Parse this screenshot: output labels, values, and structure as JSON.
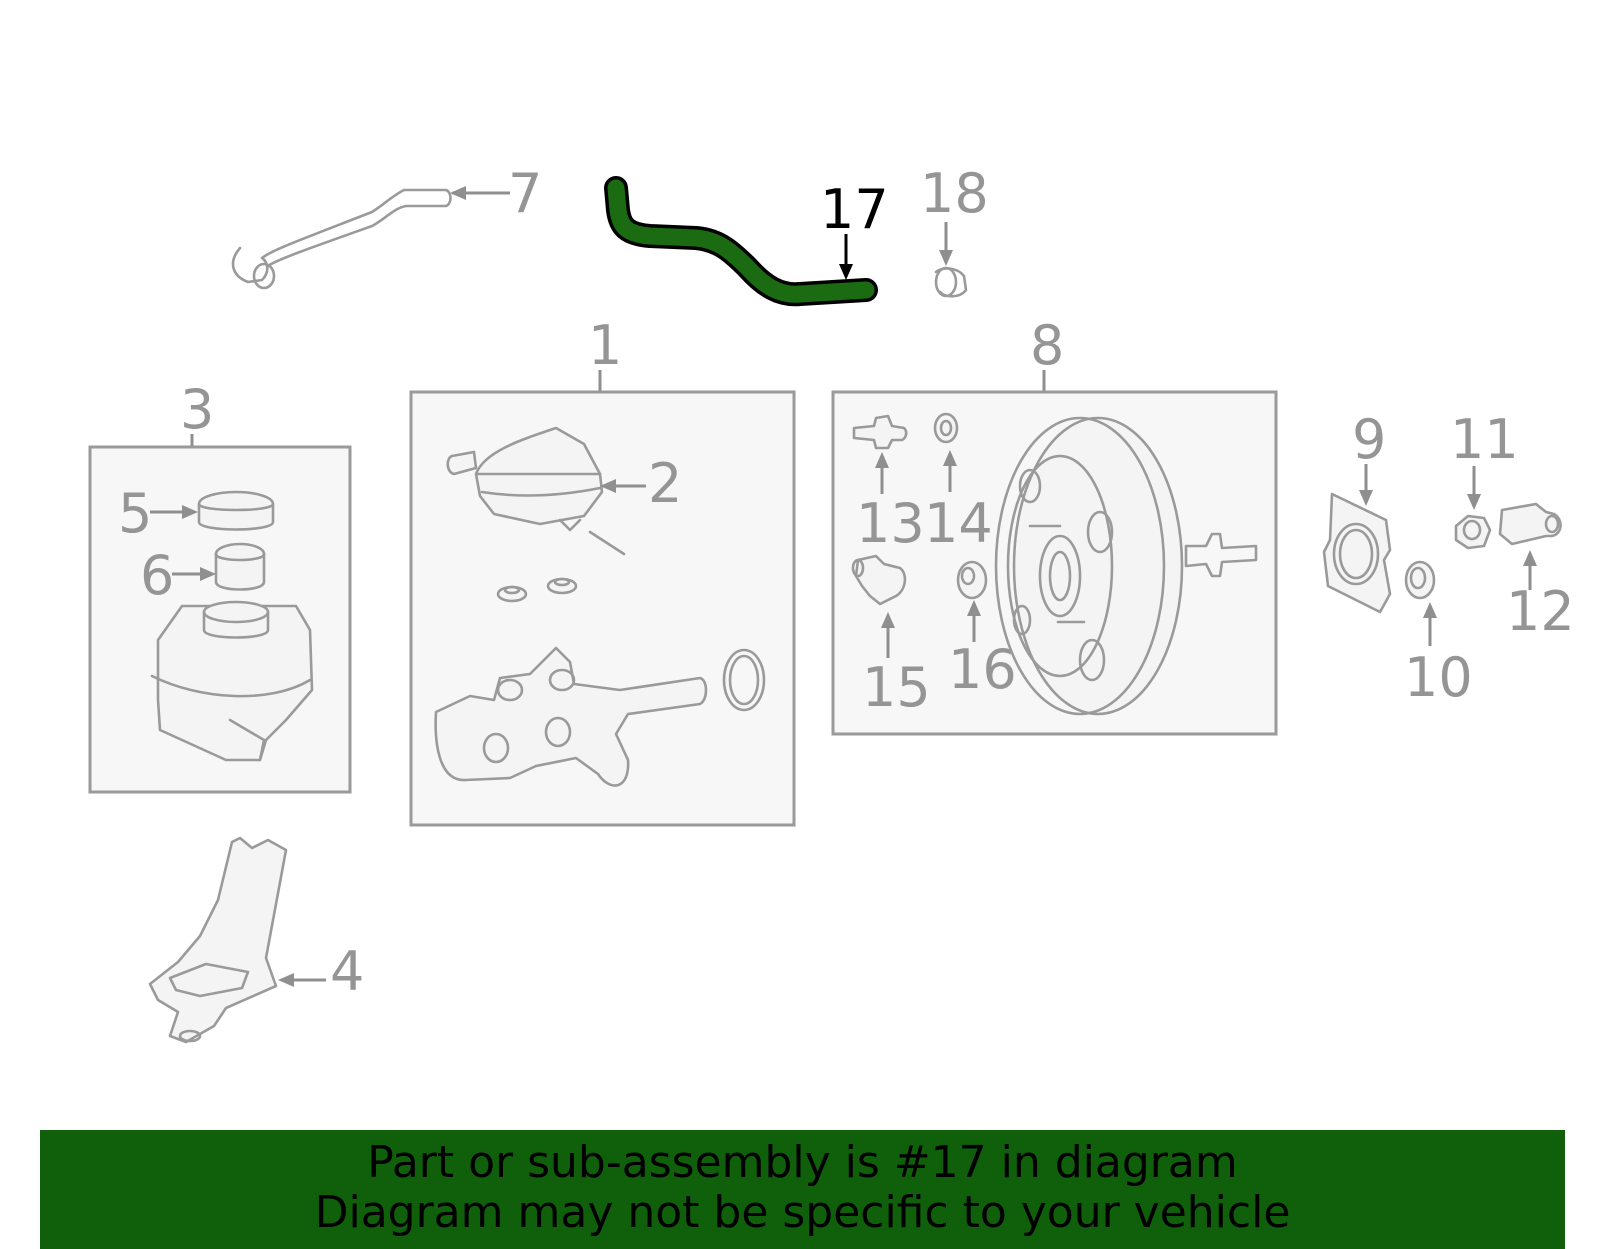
{
  "diagram": {
    "highlight_color": "#1a6b12",
    "banner_color": "#0f5f0b",
    "labels": {
      "p1": "1",
      "p2": "2",
      "p3": "3",
      "p4": "4",
      "p5": "5",
      "p6": "6",
      "p7": "7",
      "p8": "8",
      "p9": "9",
      "p10": "10",
      "p11": "11",
      "p12": "12",
      "p13": "13",
      "p14": "14",
      "p15": "15",
      "p16": "16",
      "p17": "17",
      "p18": "18"
    },
    "highlighted_part": "17"
  },
  "banner": {
    "line1": "Part or sub-assembly is #17 in diagram",
    "line2": "Diagram may not be specific to your vehicle"
  }
}
